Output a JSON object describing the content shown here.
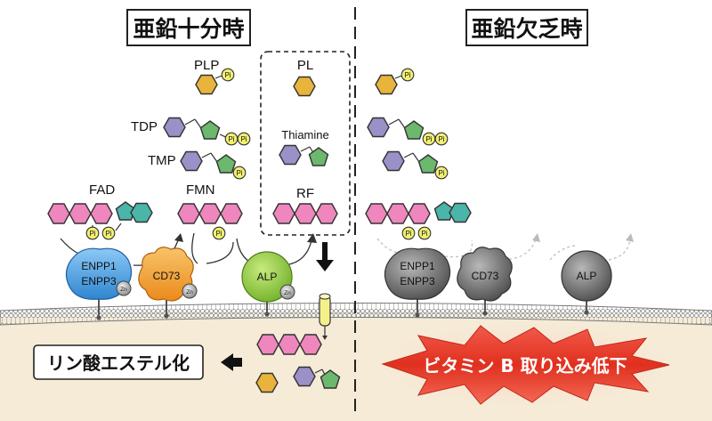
{
  "left_panel": {
    "title": "亜鉛十分時"
  },
  "right_panel": {
    "title": "亜鉛欠乏時"
  },
  "molecules": {
    "plp": "PLP",
    "pl": "PL",
    "tdp": "TDP",
    "tmp": "TMP",
    "thiamine": "Thiamine",
    "fad": "FAD",
    "fmn": "FMN",
    "rf": "RF",
    "phosphate": "Pi"
  },
  "enzymes": {
    "enpp1": "ENPP1",
    "enpp3": "ENPP3",
    "cd73": "CD73",
    "alp": "ALP",
    "zinc": "Zn"
  },
  "outcomes": {
    "left_result": "リン酸エステル化",
    "right_result": "ビタミン B 取り込み低下"
  },
  "colors": {
    "pyridoxal_ring": "#e8b43c",
    "thiamine_hexagon": "#9b90c8",
    "thiamine_pentagon": "#6cb86c",
    "flavin_ring": "#ef86bd",
    "adenine_ring": "#4bb5aa",
    "phosphate": "#f2ef72",
    "enpp_active": "#4b9fe0",
    "cd73_active": "#f29b33",
    "alp_active": "#8cc63e",
    "enzyme_inactive": "#6e6e6e",
    "membrane": "#9a9a9a",
    "cytoplasm": "#f5ebd6",
    "burst": "#e53b2d"
  },
  "icons": [
    "down-arrow-icon",
    "left-arrow-icon",
    "transporter-icon",
    "explosion-burst-icon"
  ]
}
